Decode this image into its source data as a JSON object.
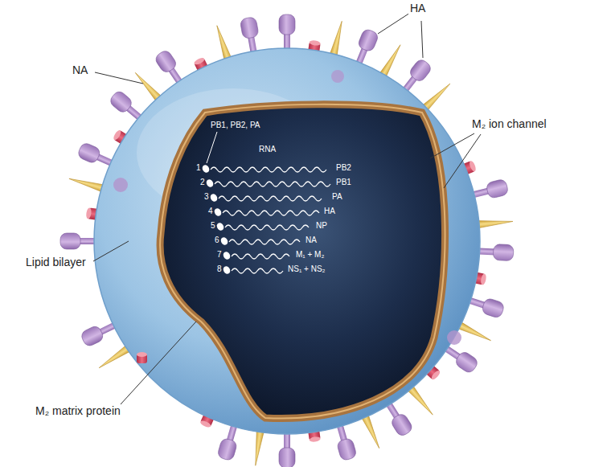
{
  "diagram": {
    "labels": [
      "HA",
      "NA",
      "M₂ ion channel",
      "PB1, PB2, PA",
      "RNA",
      "1",
      "PB2",
      "2",
      "PB1",
      "3",
      "PA",
      "4",
      "HA",
      "5",
      "NP",
      "6",
      "NA",
      "7",
      "M₁ + M₂",
      "8",
      "NS₁ + NS₂",
      "Lipid bilayer",
      "M₂ matrix protein"
    ]
  }
}
